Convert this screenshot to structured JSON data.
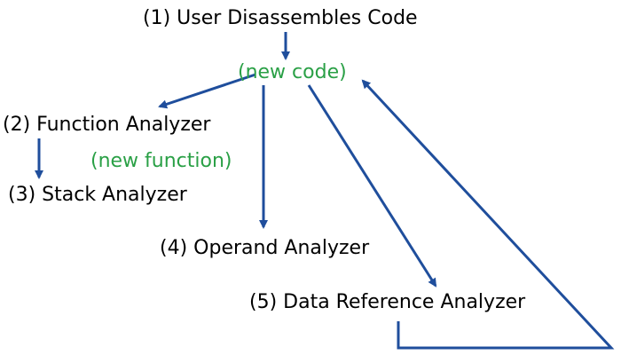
{
  "diagram": {
    "nodes": {
      "user_disassembles": "(1) User Disassembles Code",
      "new_code": "(new code)",
      "function_analyzer": "(2) Function Analyzer",
      "new_function": "(new function)",
      "stack_analyzer": "(3) Stack Analyzer",
      "operand_analyzer": "(4) Operand Analyzer",
      "data_reference_analyzer": "(5) Data Reference Analyzer"
    },
    "colors": {
      "text": "#000000",
      "annotation": "#2aa046",
      "arrow": "#1f4e9c"
    }
  }
}
